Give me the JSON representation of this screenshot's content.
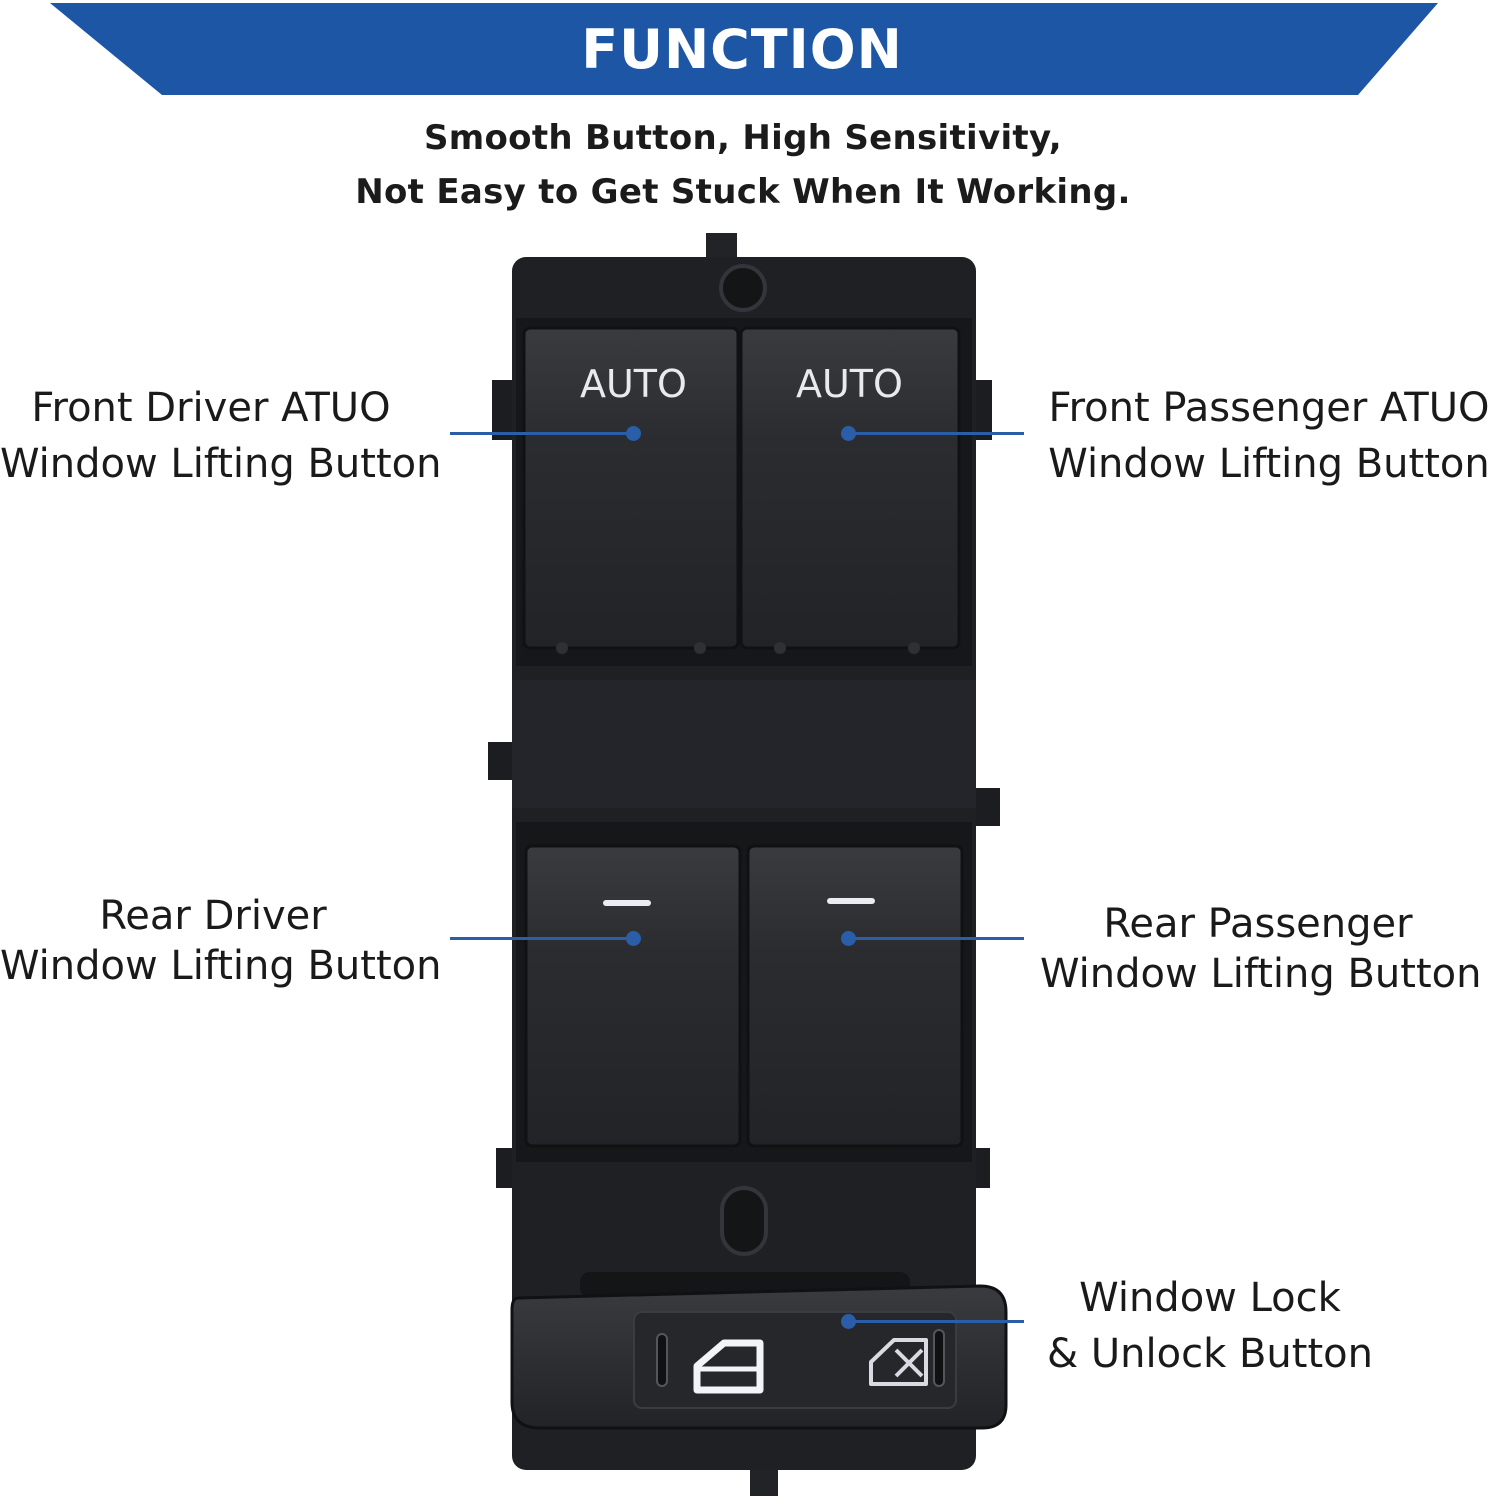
{
  "banner": {
    "title": "FUNCTION",
    "color": "#1c56a5"
  },
  "subtitle": {
    "line1": "Smooth Button, High Sensitivity,",
    "line2": "Not Easy to Get Stuck When It Working."
  },
  "callouts": {
    "front_driver": {
      "line1": "Front Driver ATUO",
      "line2": "Window Lifting Button"
    },
    "front_passenger": {
      "line1": "Front Passenger ATUO",
      "line2": "Window Lifting Button"
    },
    "rear_driver": {
      "line1": "Rear Driver",
      "line2": "Window Lifting Button"
    },
    "rear_passenger": {
      "line1": "Rear Passenger",
      "line2": "Window Lifting Button"
    },
    "window_lock": {
      "line1": "Window Lock",
      "line2": "& Unlock Button"
    }
  },
  "switch": {
    "front_left_label": "AUTO",
    "front_right_label": "AUTO"
  },
  "colors": {
    "accent": "#2a5ea8",
    "body": "#1f2023"
  }
}
